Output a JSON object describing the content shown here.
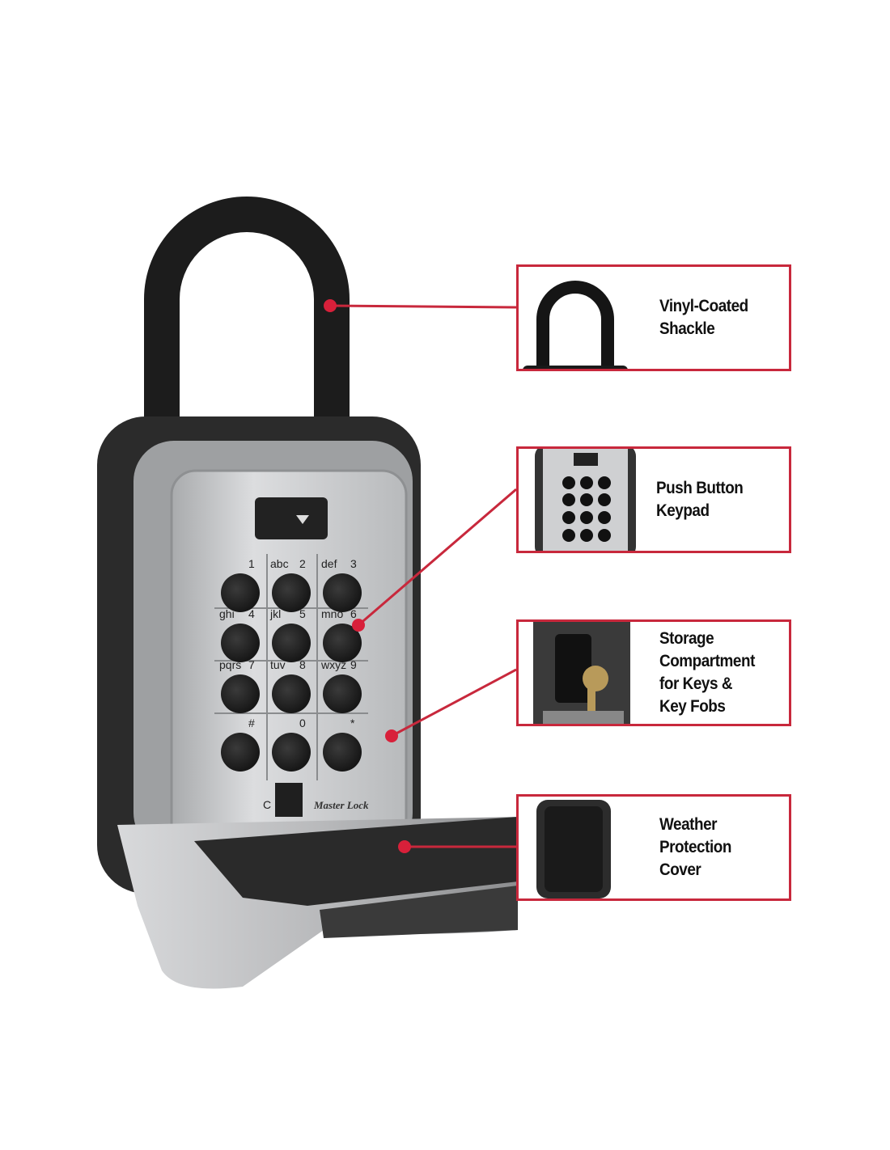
{
  "callouts": [
    {
      "lines": [
        "Vinyl-Coated",
        "Shackle"
      ]
    },
    {
      "lines": [
        "Push Button",
        "Keypad"
      ]
    },
    {
      "lines": [
        "Storage",
        "Compartment",
        "for Keys &",
        "Key Fobs"
      ]
    },
    {
      "lines": [
        "Weather",
        "Protection",
        "Cover"
      ]
    }
  ],
  "keypad": {
    "keys": [
      {
        "letters": "",
        "digit": "1"
      },
      {
        "letters": "abc",
        "digit": "2"
      },
      {
        "letters": "def",
        "digit": "3"
      },
      {
        "letters": "ghi",
        "digit": "4"
      },
      {
        "letters": "jkl",
        "digit": "5"
      },
      {
        "letters": "mno",
        "digit": "6"
      },
      {
        "letters": "pqrs",
        "digit": "7"
      },
      {
        "letters": "tuv",
        "digit": "8"
      },
      {
        "letters": "wxyz",
        "digit": "9"
      },
      {
        "letters": "",
        "digit": "#"
      },
      {
        "letters": "",
        "digit": "0"
      },
      {
        "letters": "",
        "digit": "*"
      }
    ],
    "clear_label": "C",
    "brand": "Master Lock"
  },
  "colors": {
    "accent": "#c8283c",
    "body": "#2b2b2b",
    "plate": "#c9cacc"
  }
}
